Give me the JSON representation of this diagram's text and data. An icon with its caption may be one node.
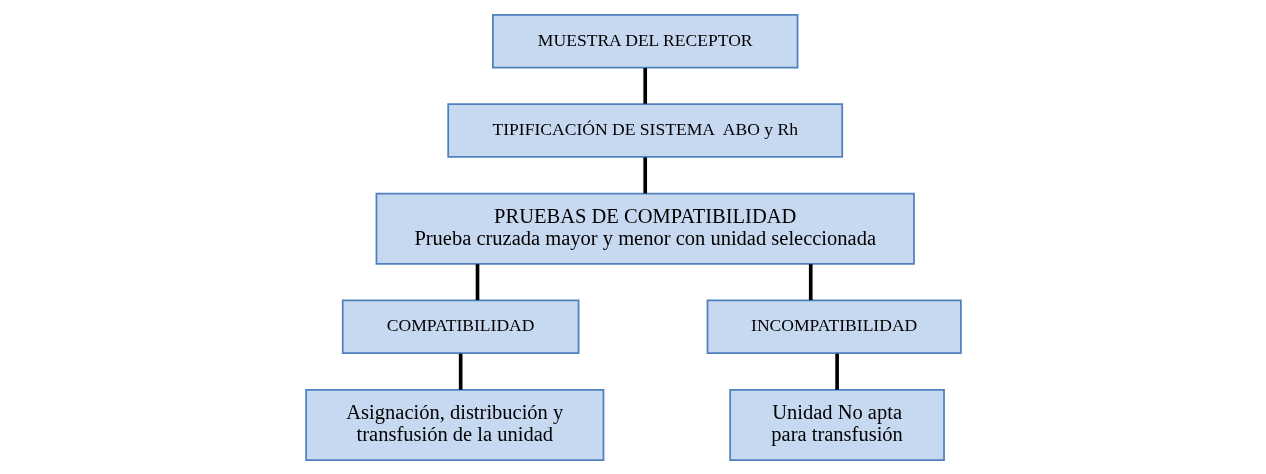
{
  "diagram": {
    "nodes": [
      {
        "text": [
          "MUESTRA DEL RECEPTOR"
        ]
      },
      {
        "text": [
          "TIPIFICACIÓN DE SISTEMA  ABO y Rh"
        ]
      },
      {
        "text": [
          "PRUEBAS DE COMPATIBILIDAD",
          "Prueba cruzada mayor y menor con unidad seleccionada"
        ]
      },
      {
        "text": [
          "COMPATIBILIDAD"
        ]
      },
      {
        "text": [
          "INCOMPATIBILIDAD"
        ]
      },
      {
        "text": [
          "Asignación, distribución y transfusión de la unidad"
        ]
      },
      {
        "text": [
          "Unidad No apta para transfusión"
        ]
      }
    ],
    "edges": [
      {
        "from": 0,
        "to": 1,
        "arrow": "none"
      },
      {
        "from": 1,
        "to": 2,
        "arrow": "none"
      },
      {
        "from": 2,
        "to": 3,
        "arrow": "none"
      },
      {
        "from": 2,
        "to": 4,
        "arrow": "none"
      },
      {
        "from": 3,
        "to": 5,
        "arrow": "none"
      },
      {
        "from": 4,
        "to": 6,
        "arrow": "none"
      }
    ]
  }
}
